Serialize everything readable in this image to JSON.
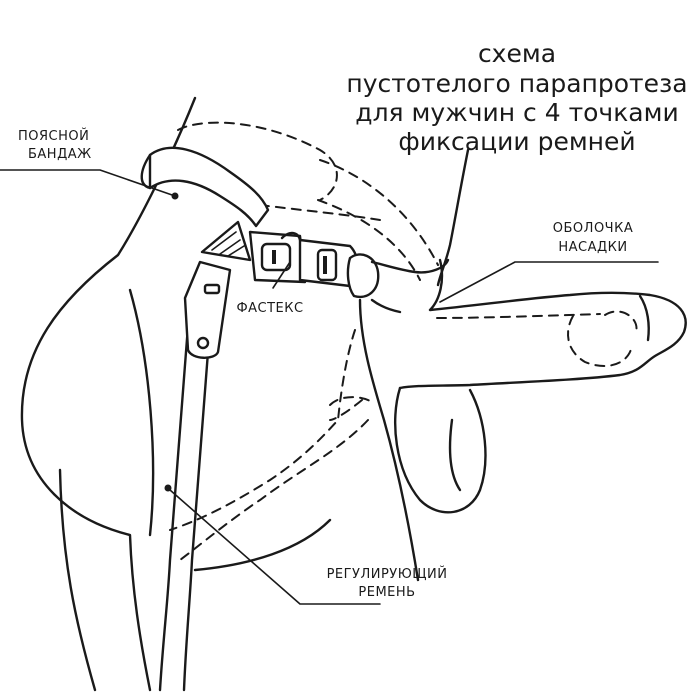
{
  "title": {
    "line1": "схема",
    "line2": "пустотелого парапротеза",
    "line3": "для мужчин с 4 точками",
    "line4": "фиксации ремней"
  },
  "labels": {
    "waist_bandage": {
      "line1": "ПОЯСНОЙ",
      "line2": "БАНДАЖ"
    },
    "sleeve_shell": {
      "line1": "ОБОЛОЧКА",
      "line2": "НАСАДКИ"
    },
    "fastex": {
      "line1": "ФАСТЕКС"
    },
    "adjustable_strap": {
      "line1": "РЕГУЛИРУЮЩИЙ",
      "line2": "РЕМЕНЬ"
    }
  },
  "colors": {
    "ink": "#1a1a1a",
    "background": "#ffffff"
  }
}
